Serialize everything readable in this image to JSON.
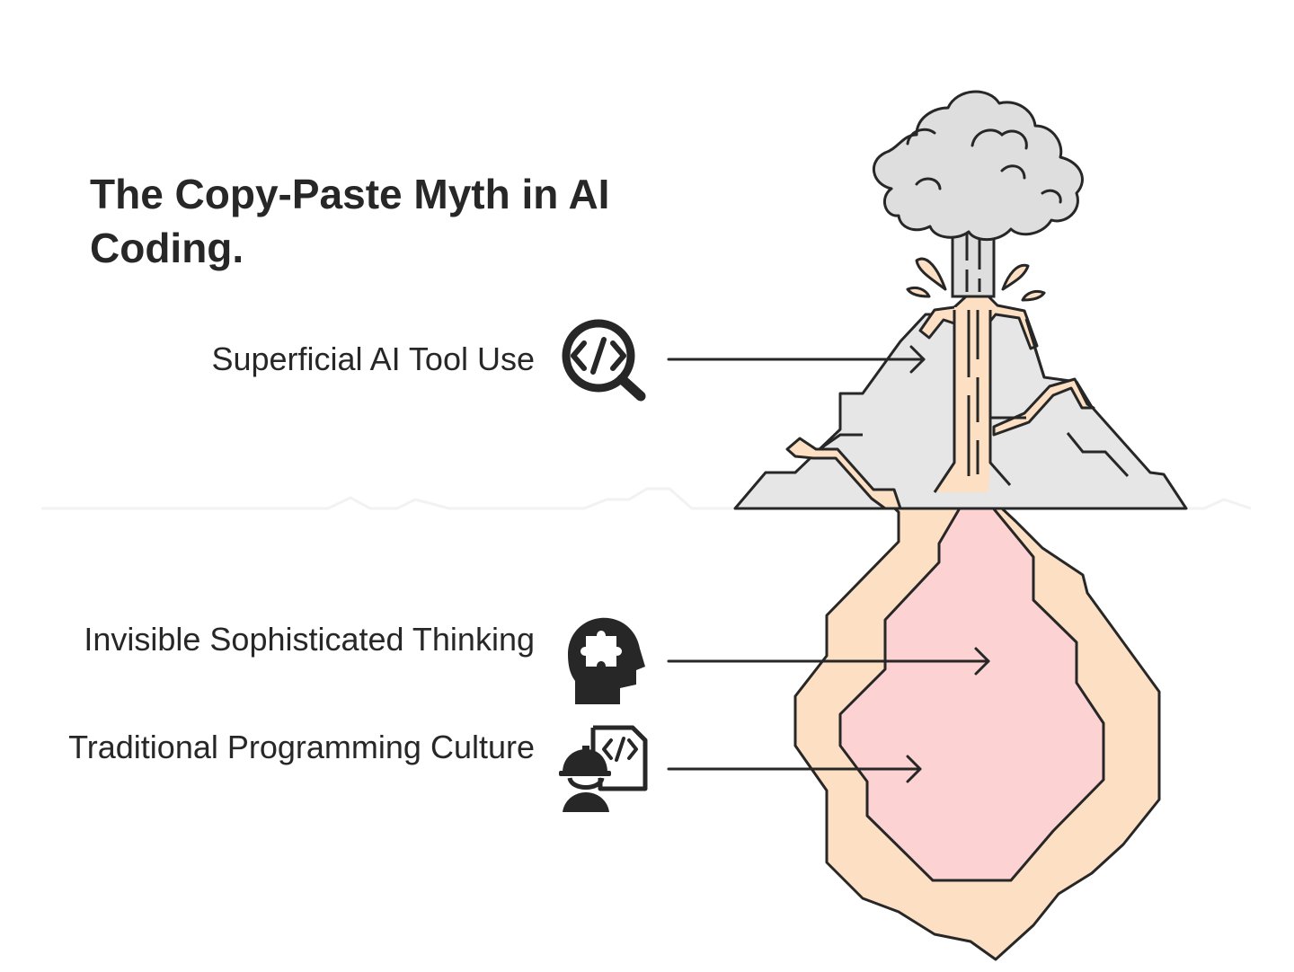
{
  "title": "The Copy-Paste Myth in AI Coding.",
  "items": [
    {
      "label": "Superficial AI Tool Use",
      "icon": "code-search-icon"
    },
    {
      "label": "Invisible Sophisticated Thinking",
      "icon": "puzzle-head-icon"
    },
    {
      "label": "Traditional Programming Culture",
      "icon": "engineer-code-icon"
    }
  ],
  "colors": {
    "ink": "#272727",
    "smoke": "#dedede",
    "rock": "#e6e6e6",
    "magma": "#fde0c3",
    "core": "#fdd2d2",
    "ground": "#f2f2f2"
  }
}
